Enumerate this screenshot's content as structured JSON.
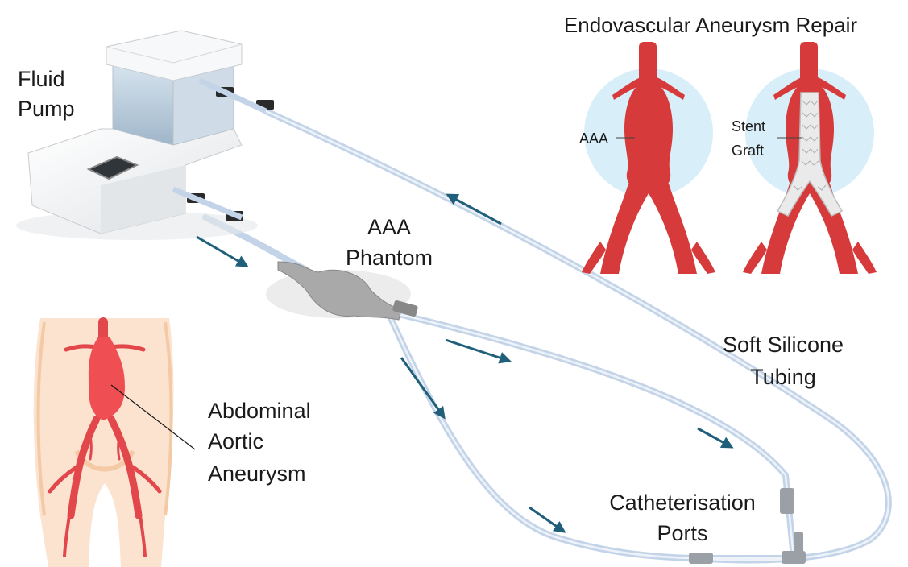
{
  "title": "Endovascular Aneurysm Repair",
  "labels": {
    "fluid_pump": [
      "Fluid",
      "Pump"
    ],
    "aaa_phantom": [
      "AAA",
      "Phantom"
    ],
    "soft_tubing": [
      "Soft Silicone",
      "Tubing"
    ],
    "cath_ports": [
      "Catheterisation",
      "Ports"
    ],
    "abdominal_aneurysm": [
      "Abdominal",
      "Aortic",
      "Aneurysm"
    ],
    "aaa_short": "AAA",
    "stent_graft": [
      "Stent",
      "Graft"
    ]
  },
  "colors": {
    "artery": "#d63a3a",
    "artery_dark": "#b82e2e",
    "halo": "#d8eef8",
    "skin": "#fbe3cf",
    "skin_edge": "#f4c9a6",
    "flow_arrow": "#1f5f7a",
    "tube": "#c9d9ec",
    "pump_body": "#f2f3f5"
  },
  "icons": {
    "flow_direction": "arrow-icon",
    "stent": "stent-graft-icon"
  }
}
